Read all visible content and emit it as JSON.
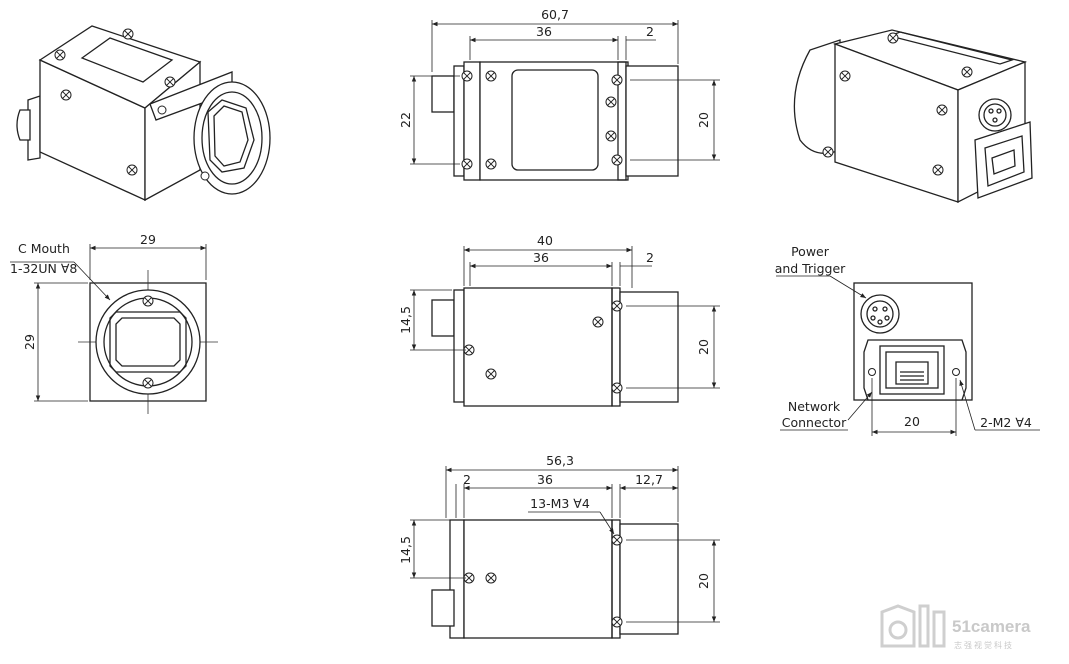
{
  "dimensions": {
    "top_total": "60,7",
    "top_body": "36",
    "top_flange": "2",
    "top_left_h": "22",
    "top_right_h": "20",
    "mid_total": "40",
    "mid_body": "36",
    "mid_flange": "2",
    "mid_left_h": "14,5",
    "mid_right_h": "20",
    "bot_total": "56,3",
    "bot_flange": "2",
    "bot_body": "36",
    "bot_tail": "12,7",
    "bot_thread": "13-M3 ∀4",
    "bot_left_h": "14,5",
    "bot_right_h": "20",
    "front_w": "29",
    "front_h": "29",
    "back_w": "20"
  },
  "labels": {
    "c_mouth_1": "C Mouth",
    "c_mouth_2": "1-32UN ∀8",
    "power_1": "Power",
    "power_2": "and Trigger",
    "network_1": "Network",
    "network_2": "Connector",
    "m2": "2-M2 ∀4"
  },
  "logo": {
    "name": "51camera",
    "sub": "志强视觉科技"
  }
}
